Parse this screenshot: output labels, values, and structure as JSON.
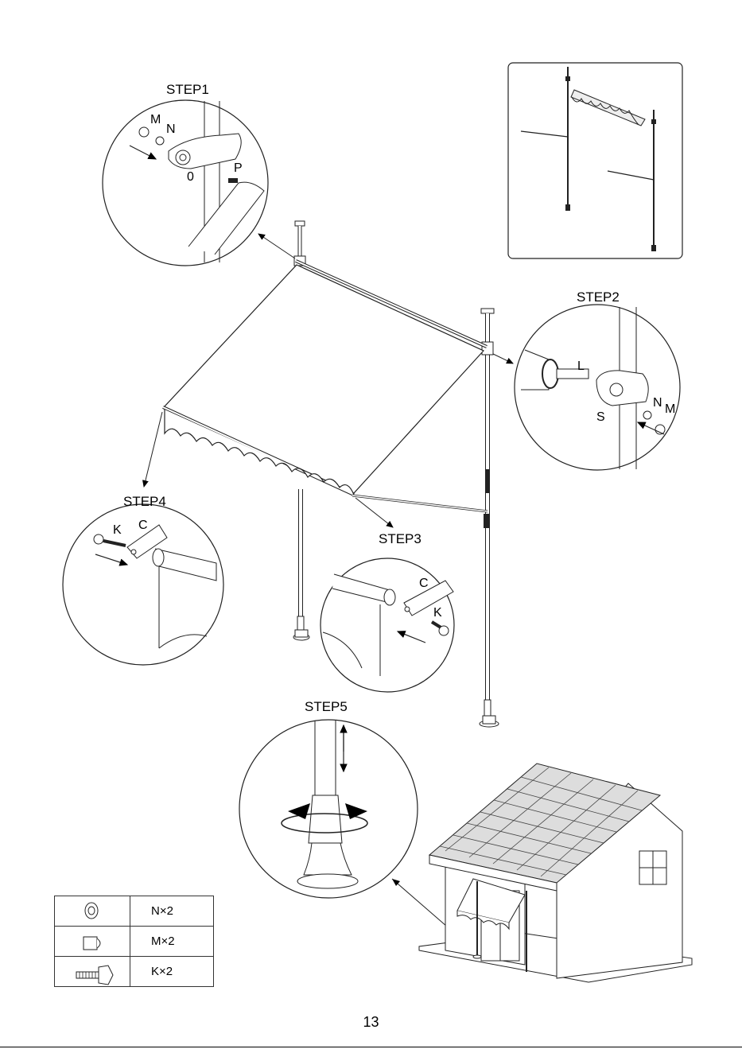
{
  "steps": {
    "step1": "STEP1",
    "step2": "STEP2",
    "step3": "STEP3",
    "step4": "STEP4",
    "step5": "STEP5"
  },
  "part_labels": {
    "step1_m": "M",
    "step1_n": "N",
    "step1_o": "0",
    "step1_p": "P",
    "step2_l": "L",
    "step2_s": "S",
    "step2_n": "N",
    "step2_m": "M",
    "step3_c": "C",
    "step3_k": "K",
    "step4_k": "K",
    "step4_c": "C"
  },
  "parts_list": [
    {
      "icon": "washer-icon",
      "label": "N×2"
    },
    {
      "icon": "cap-nut-icon",
      "label": "M×2"
    },
    {
      "icon": "knob-bolt-icon",
      "label": "K×2"
    }
  ],
  "page_number": "13"
}
